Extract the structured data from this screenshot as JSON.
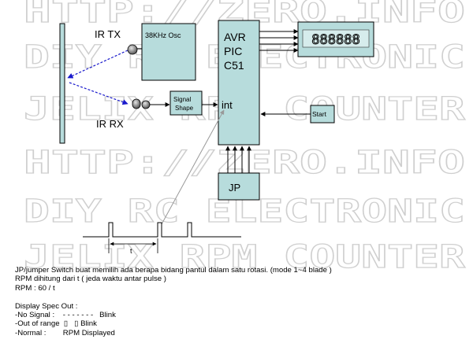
{
  "watermark": {
    "line1": "HTTP://ZERO.INFO",
    "line2": "DIY RC ELECTRONIC",
    "line3": "JELIX RPM COUNTER"
  },
  "diagram": {
    "ir_tx_label": "IR TX",
    "ir_rx_label": "IR RX",
    "osc_label": "38KHz Osc",
    "signal_shape_line1": "Signal",
    "signal_shape_line2": "Shape",
    "mcu_line1": "AVR",
    "mcu_line2": "PIC",
    "mcu_line3": "C51",
    "mcu_int": "int",
    "display_text": "888888",
    "start_label": "Start",
    "jp_label": "JP",
    "pulse_period_label": "t"
  },
  "notes": {
    "line1": "JP/jumper Switch buat memilih ada berapa bidang pantul dalam satu rotasi. (mode 1~4 blade )",
    "line2": "RPM dihitung dari t ( jeda waktu antar pulse )",
    "line3": "RPM : 60 / t",
    "line4": "",
    "line5": "Display Spec Out :",
    "line6": "-No Signal :    - - - - - - -   Blink",
    "line7": "-Out of range  ▯   ▯ Blink",
    "line8": "-Normal :        RPM Displayed"
  },
  "colors": {
    "block_fill": "#b7dcdc",
    "arrow_blue": "#1a1acc",
    "line_gray": "#999999"
  }
}
